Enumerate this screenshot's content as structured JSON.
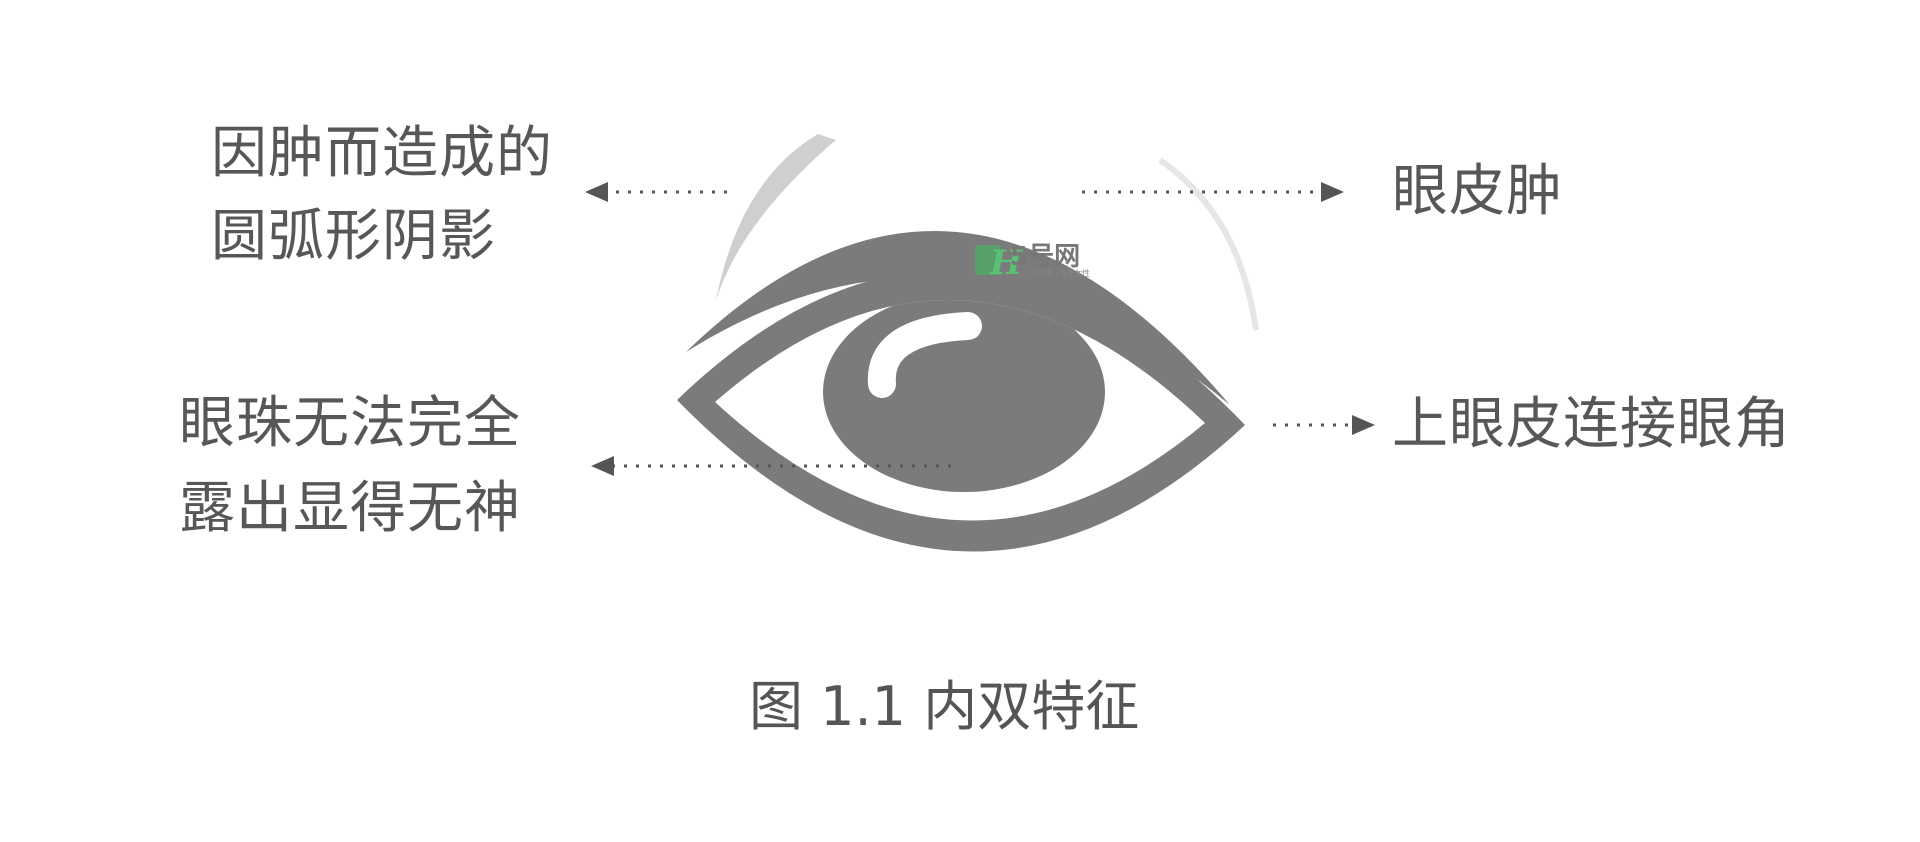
{
  "labels": {
    "top_left": [
      "因肿而造成的",
      "圆弧形阴影"
    ],
    "top_right": "眼皮肿",
    "bottom_left": [
      "眼珠无法完全",
      "露出显得无神"
    ],
    "bottom_right": "上眼皮连接眼角"
  },
  "caption": "图 1.1 内双特征",
  "watermark": {
    "text": "5号网",
    "subtext": "520号 · 5号女性"
  },
  "colors": {
    "eye": "#7b7b7b",
    "shadow": "#cfcfcf",
    "text": "#575757",
    "watermark_green": "#4caf66"
  }
}
